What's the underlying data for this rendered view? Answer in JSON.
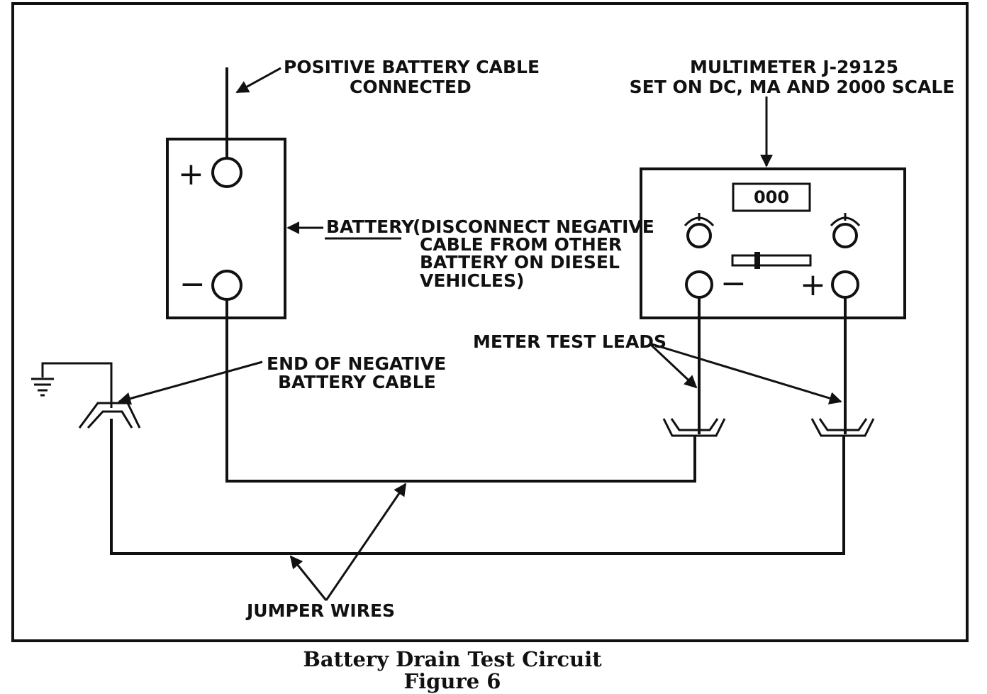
{
  "labels": {
    "positive_cable_line1": "POSITIVE BATTERY CABLE",
    "positive_cable_line2": "CONNECTED",
    "multimeter_line1": "MULTIMETER J-29125",
    "multimeter_line2": "SET ON DC, MA AND 2000 SCALE",
    "battery": "BATTERY",
    "battery_note_line1": "(DISCONNECT NEGATIVE",
    "battery_note_line2": "CABLE FROM OTHER",
    "battery_note_line3": "BATTERY ON DIESEL",
    "battery_note_line4": "VEHICLES)",
    "meter_test_leads": "METER TEST LEADS",
    "neg_cable_end_line1": "END OF NEGATIVE",
    "neg_cable_end_line2": "BATTERY CABLE",
    "jumper_wires": "JUMPER WIRES"
  },
  "battery": {
    "plus_sign": "+",
    "minus_sign": "−"
  },
  "meter": {
    "display": "000",
    "minus_sign": "−",
    "plus_sign": "+"
  },
  "caption": {
    "title": "Battery Drain Test Circuit",
    "figure": "Figure 6"
  }
}
